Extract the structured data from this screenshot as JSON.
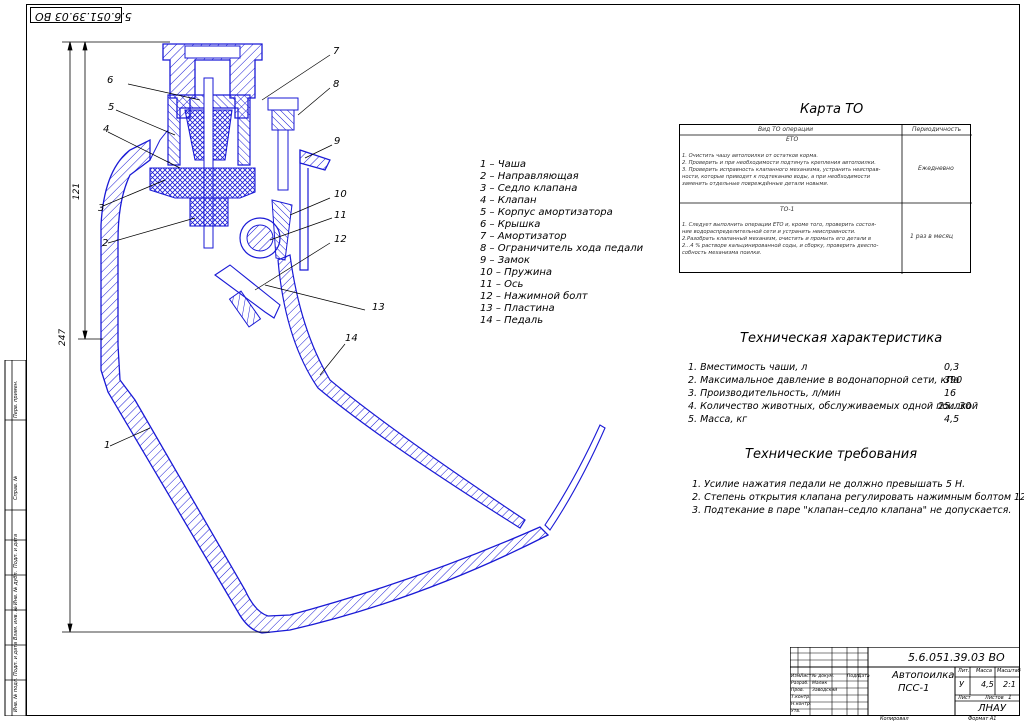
{
  "stamp_top": "5.6.051.39.03 ВО",
  "legend": [
    "1 – Чаша",
    "2 – Направляющая",
    "3 – Седло клапана",
    "4 – Клапан",
    "5 – Корпус амортизатора",
    "6 – Крышка",
    "7 – Амортизатор",
    "8 – Ограничитель хода педали",
    "9 – Замок",
    "10 – Пружина",
    "11 – Ось",
    "12 – Нажимной болт",
    "13 – Пластина",
    "14 – Педаль"
  ],
  "leaders": [
    "1",
    "2",
    "3",
    "4",
    "5",
    "6",
    "7",
    "8",
    "9",
    "10",
    "11",
    "12",
    "13",
    "14"
  ],
  "dimensions": {
    "d1": "121",
    "d2": "247"
  },
  "karta_to": {
    "title": "Карта ТО",
    "col_operations": "Вид ТО операции",
    "col_period": "Периодичность",
    "eto_header": "ЕТО",
    "eto_lines": [
      "1. Очистить чашу автопоилки от остатков корма.",
      "2. Проверить и при необходимости подтянуть крепления автопоилки.",
      "3. Проверить исправность клапанного механизма, устранить неисправ-",
      "ности, которые приводят к подтеканию воды, а при необходимости",
      "заменить отдельные повреждённые детали новыми."
    ],
    "eto_period": "Ежедневно",
    "to1_header": "ТО-1",
    "to1_lines": [
      "1. Следует выполнить операции ЕТО и, кроме того, проверить состоя-",
      "ние водораспределительной сети и устранить неисправности.",
      "2.Разобрать клапанный механизм, очистить и промыть его детали в",
      "2...4 % растворе кальцинированной соды, и сборку, проверить дееспо-",
      "собность механизма поилки."
    ],
    "to1_period": "1 раз в месяц"
  },
  "tech_char": {
    "title": "Техническая характеристика",
    "rows": [
      {
        "label": "1. Вместимость чаши, л",
        "value": "0,3"
      },
      {
        "label": "2. Максимальное давление в водонапорной сети, кПа",
        "value": "390"
      },
      {
        "label": "3. Производительность, л/мин",
        "value": "16"
      },
      {
        "label": "4. Количество животных, обслуживаемых одной поилкой",
        "value": "25...30"
      },
      {
        "label": "5. Масса, кг",
        "value": "4,5"
      }
    ]
  },
  "tech_req": {
    "title": "Технические требования",
    "items": [
      "1. Усилие нажатия педали не должно превышать 5 Н.",
      "2. Степень открытия клапана регулировать нажимным болтом 12.",
      "3. Подтекание в паре \"клапан–седло клапана\" не допускается."
    ]
  },
  "titleblock": {
    "code": "5.6.051.39.03 ВО",
    "name_line1": "Автопоилка",
    "name_line2": "ПСС-1",
    "lit": "Лит.",
    "mass_hdr": "Масса",
    "scale_hdr": "Масштаб",
    "lit_val": "У",
    "mass_val": "4,5",
    "scale_val": "2:1",
    "sheet_lbl": "Лист",
    "sheets_lbl": "Листов",
    "sheets_val": "1",
    "org": "ЛНАУ",
    "copied": "Копировал",
    "format": "Формат   А1",
    "rows": [
      "Изм.",
      "Лист",
      "№ докум.",
      "Подп.",
      "Дата"
    ],
    "roles": [
      "Разраб.",
      "Пров.",
      "Т.контр.",
      "",
      "Н.контр.",
      "Утв."
    ],
    "people": [
      "Малик",
      "Заводский"
    ]
  },
  "side_stamps": [
    "Перв. примен.",
    "Справ. №",
    "Подп. и дата",
    "Инв. № дубл.",
    "Взам. инв. №",
    "Подп. и дата",
    "Инв. № подл."
  ]
}
